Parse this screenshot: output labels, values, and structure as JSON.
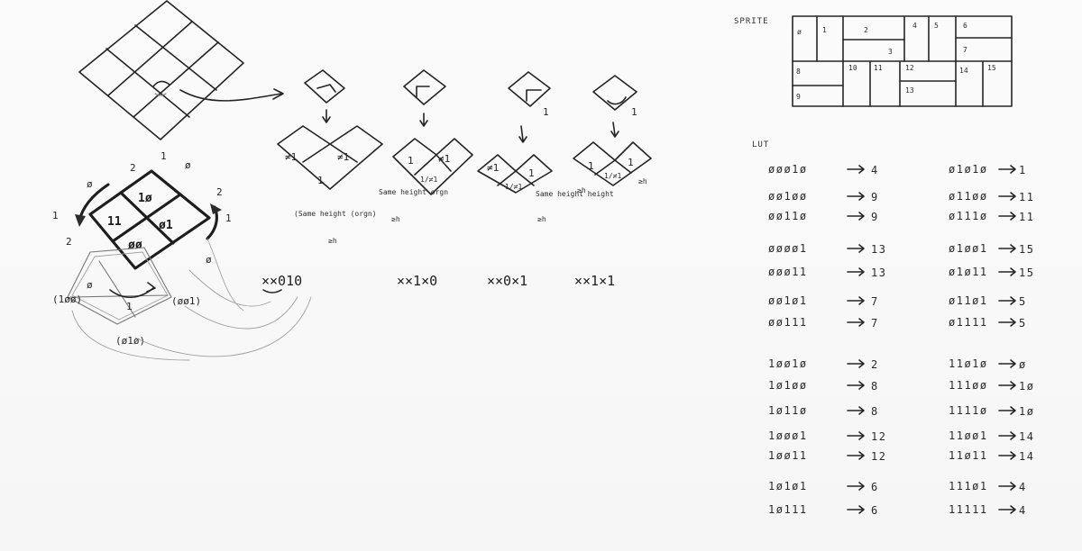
{
  "sheet": {
    "top_corner_labels": {
      "right": "1",
      "left": "2",
      "zero": "ø"
    },
    "grid_cells": {
      "top": "1ø",
      "left": "11",
      "right": "ø1",
      "bottom": "øø"
    },
    "rotation_labels": {
      "top_left": "ø",
      "far_left": "1",
      "left_low": "2",
      "right_high": "2",
      "far_right": "1",
      "lower_right": "ø"
    },
    "base_tile": {
      "left_cell": "ø",
      "right_cell": "1",
      "corner_left": "(1øø)",
      "corner_right": "(øø1)",
      "corner_bottom": "(ø1ø)"
    }
  },
  "tile_cases": [
    {
      "cells": [
        "≠1",
        "≠1",
        "1"
      ],
      "note": "(Same height (orgn)",
      "note2": "≥h"
    },
    {
      "cells": [
        "1",
        "≠1",
        "1/≠1"
      ],
      "note": "Same height orgn",
      "note2": "≥h"
    },
    {
      "cells": [
        "≠1",
        "1",
        "1/≠1"
      ],
      "note": "Same height height",
      "note2": "≥h"
    },
    {
      "cells": [
        "1",
        "1/≠1",
        "1"
      ],
      "note": "≥h",
      "note2": "≥h"
    }
  ],
  "patterns": [
    "××010",
    "××1×0",
    "××0×1",
    "××1×1"
  ],
  "sprite": {
    "title": "SPRITE",
    "cells": [
      "ø",
      "1",
      "2",
      "3",
      "4",
      "5",
      "6",
      "7",
      "8",
      "9",
      "10",
      "11",
      "12",
      "13",
      "14",
      "15"
    ]
  },
  "lut": {
    "title": "LUT",
    "left_col": [
      {
        "code": "øøø1ø",
        "value": "4"
      },
      {
        "code": "øø1øø",
        "value": "9"
      },
      {
        "code": "øø11ø",
        "value": "9"
      },
      {
        "code": "øøøø1",
        "value": "13"
      },
      {
        "code": "øøø11",
        "value": "13"
      },
      {
        "code": "øø1ø1",
        "value": "7"
      },
      {
        "code": "øø111",
        "value": "7"
      },
      {
        "code": "1øø1ø",
        "value": "2"
      },
      {
        "code": "1ø1øø",
        "value": "8"
      },
      {
        "code": "1ø11ø",
        "value": "8"
      },
      {
        "code": "1øøø1",
        "value": "12"
      },
      {
        "code": "1øø11",
        "value": "12"
      },
      {
        "code": "1ø1ø1",
        "value": "6"
      },
      {
        "code": "1ø111",
        "value": "6"
      }
    ],
    "right_col": [
      {
        "code": "ø1ø1ø",
        "value": "1"
      },
      {
        "code": "ø11øø",
        "value": "11"
      },
      {
        "code": "ø111ø",
        "value": "11"
      },
      {
        "code": "ø1øø1",
        "value": "15"
      },
      {
        "code": "ø1ø11",
        "value": "15"
      },
      {
        "code": "ø11ø1",
        "value": "5"
      },
      {
        "code": "ø1111",
        "value": "5"
      },
      {
        "code": "11ø1ø",
        "value": "ø"
      },
      {
        "code": "111øø",
        "value": "1ø"
      },
      {
        "code": "1111ø",
        "value": "1ø"
      },
      {
        "code": "11øø1",
        "value": "14"
      },
      {
        "code": "11ø11",
        "value": "14"
      },
      {
        "code": "111ø1",
        "value": "4"
      },
      {
        "code": "11111",
        "value": "4"
      }
    ]
  }
}
